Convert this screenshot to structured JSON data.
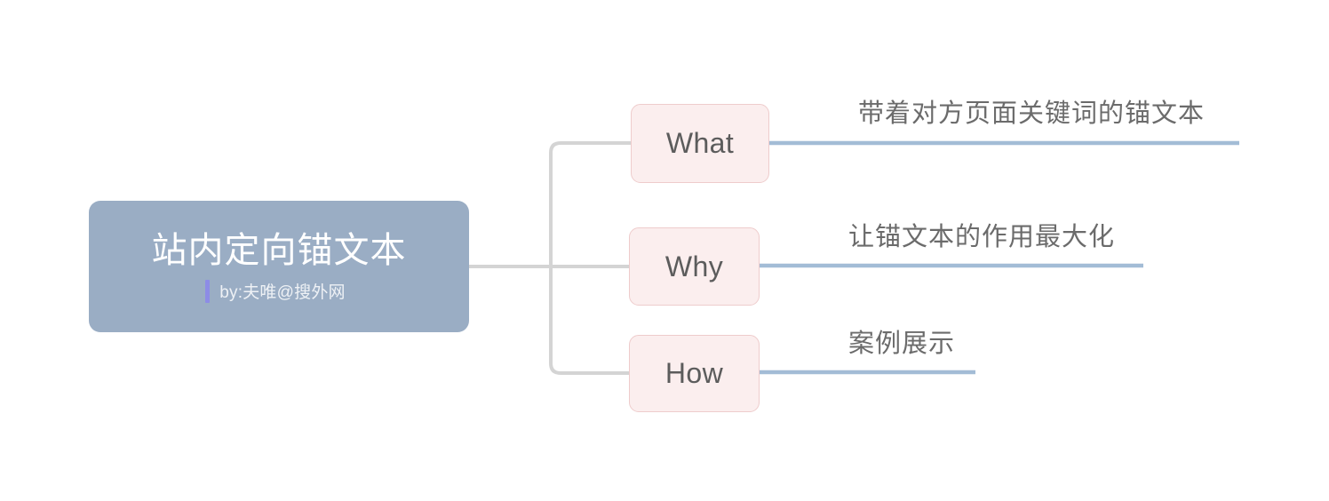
{
  "diagram": {
    "type": "mind-map",
    "orientation": "left-to-right",
    "background_color": "#ffffff",
    "colors": {
      "root_fill": "#9aadc4",
      "root_text": "#ffffff",
      "root_accent_bar": "#8d8ce6",
      "branch_fill": "#fbeeee",
      "branch_border": "#eecccc",
      "branch_text": "#5c5c5c",
      "leaf_text": "#6b6b6b",
      "leaf_underline": "#a3bcd6",
      "connector_line": "#d4d4d4"
    }
  },
  "root": {
    "title": "站内定向锚文本",
    "subtitle": "by:夫唯@搜外网"
  },
  "branches": [
    {
      "label": "What",
      "leaf": "带着对方页面关键词的锚文本"
    },
    {
      "label": "Why",
      "leaf": "让锚文本的作用最大化"
    },
    {
      "label": "How",
      "leaf": "案例展示"
    }
  ]
}
